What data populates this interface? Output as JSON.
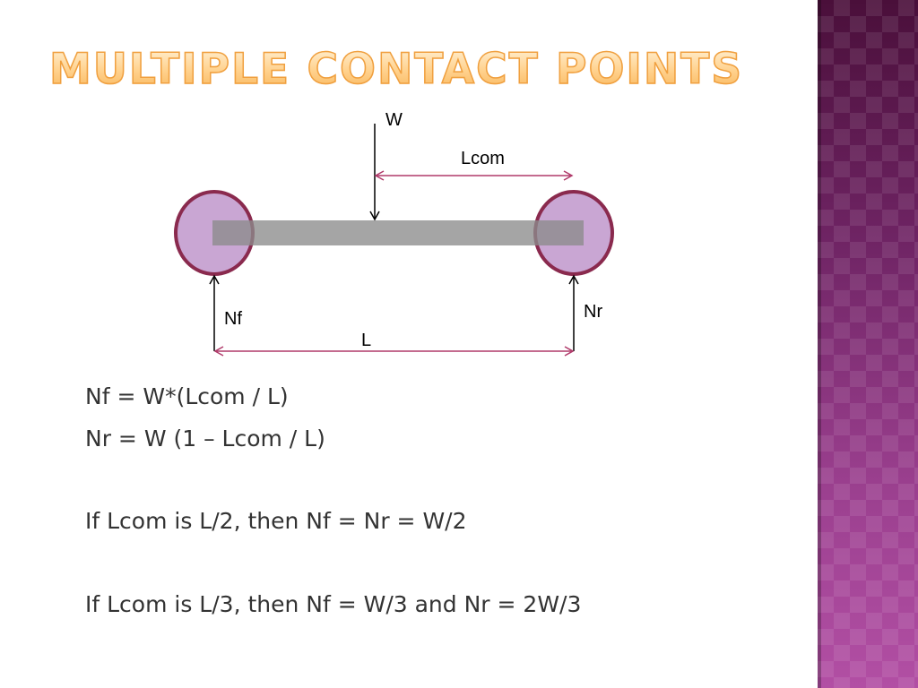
{
  "slide": {
    "title": "Multiple Contact Points"
  },
  "diagram": {
    "labels": {
      "weight": "W",
      "lcom": "Lcom",
      "front_normal": "Nf",
      "rear_normal": "Nr",
      "length": "L"
    }
  },
  "equations": {
    "line1": "Nf = W*(Lcom / L)",
    "line2": "Nr = W (1 – Lcom / L)",
    "line3": "If Lcom is L/2, then Nf = Nr = W/2",
    "line4": "If Lcom is L/3, then Nf = W/3 and Nr = 2W/3"
  },
  "colors": {
    "title_fill": "#ffd08a",
    "title_outline": "#f0a040",
    "wheel_fill": "#c9a6d3",
    "wheel_stroke": "#8a2a4e",
    "bar": "#a3a3a3",
    "dimension_line": "#b03a6a",
    "side_band": "#7a2a6e"
  }
}
